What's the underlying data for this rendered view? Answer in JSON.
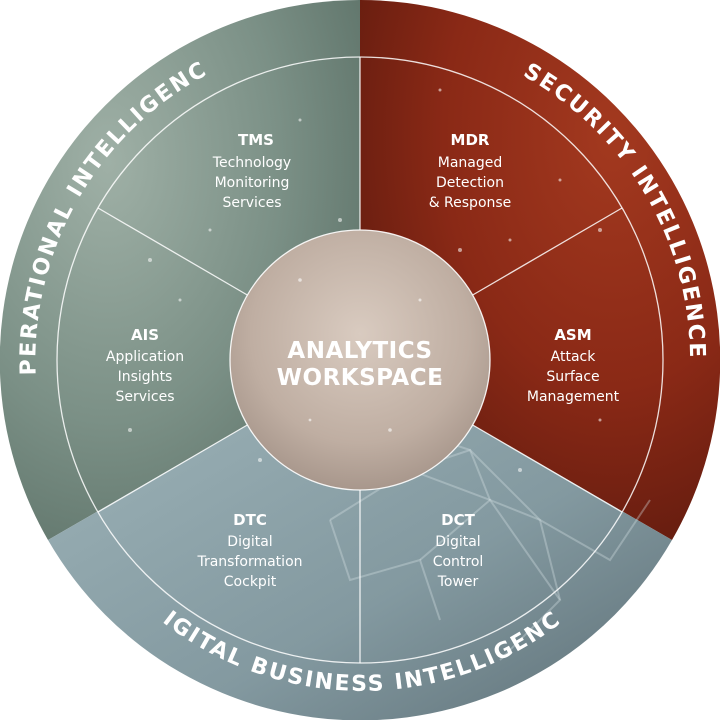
{
  "center": {
    "line1": "ANALYTICS",
    "line2": "WORKSPACE"
  },
  "domains": [
    {
      "id": "operational",
      "label": "OPERATIONAL INTELLIGENCE",
      "color": "#7d9288"
    },
    {
      "id": "security",
      "label": "SECURITY INTELLIGENCE",
      "color": "#8a2a17"
    },
    {
      "id": "digital",
      "label": "DIGITAL BUSINESS INTELLIGENCE",
      "color": "#8fa3a8"
    }
  ],
  "segments": [
    {
      "id": "tms",
      "abbr": "TMS",
      "lines": [
        "Technology",
        "Monitoring",
        "Services"
      ]
    },
    {
      "id": "mdr",
      "abbr": "MDR",
      "lines": [
        "Managed",
        "Detection",
        "& Response"
      ]
    },
    {
      "id": "asm",
      "abbr": "ASM",
      "lines": [
        "Attack",
        "Surface",
        "Management"
      ]
    },
    {
      "id": "dct",
      "abbr": "DCT",
      "lines": [
        "Digital",
        "Control",
        "Tower"
      ]
    },
    {
      "id": "dtc",
      "abbr": "DTC",
      "lines": [
        "Digital",
        "Transformation",
        "Cockpit"
      ]
    },
    {
      "id": "ais",
      "abbr": "AIS",
      "lines": [
        "Application",
        "Insights",
        "Services"
      ]
    }
  ]
}
